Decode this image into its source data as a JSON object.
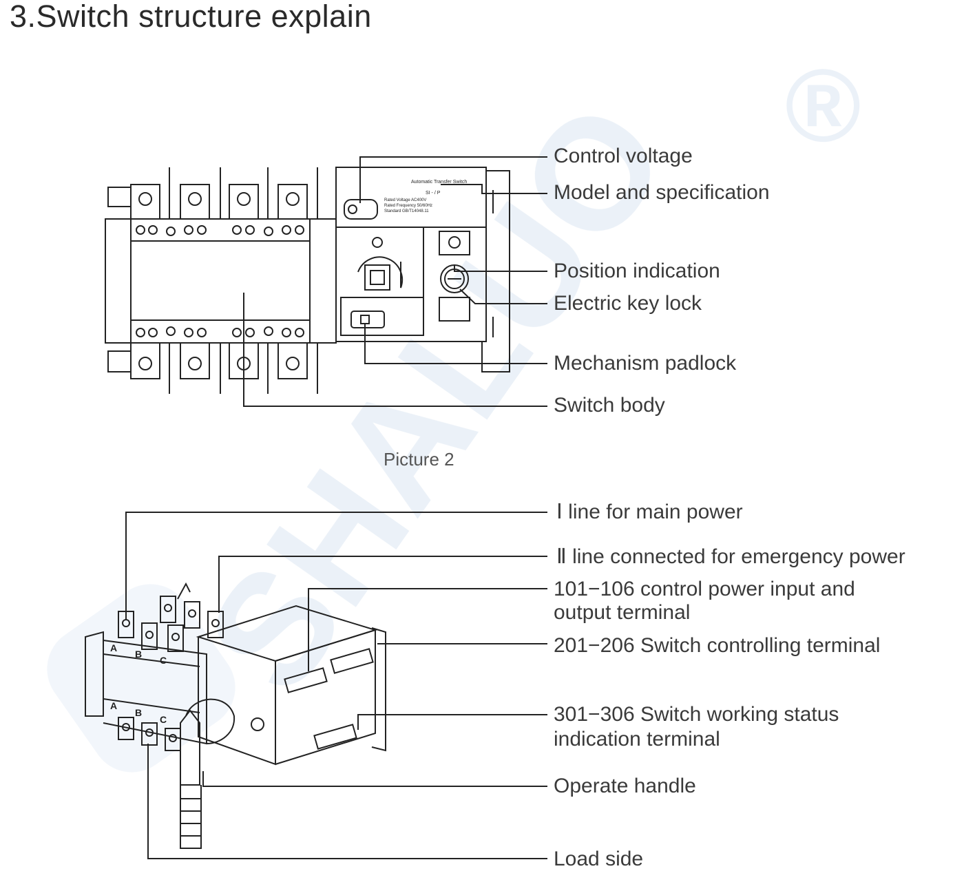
{
  "page": {
    "title": "3.Switch structure explain",
    "caption": "Picture 2"
  },
  "picture_top": {
    "nameplate": {
      "heading": "Automatic Transfer Switch",
      "model": "SI - / P",
      "rows": [
        "Rated Voltage AC400V",
        "Rated Frequency 50/60Hz",
        "Standard GB/T14048.11"
      ]
    },
    "labels": [
      "Control voltage",
      "Model and specification",
      "Position indication",
      "Electric key lock",
      "Mechanism padlock",
      "Switch body"
    ]
  },
  "picture_bottom": {
    "phase_letters": [
      "A",
      "B",
      "C"
    ],
    "labels": [
      "Ⅰ line for main power",
      "Ⅱ line connected for emergency power",
      "101−106 control power input and",
      "output terminal",
      "201−206 Switch controlling terminal",
      "301−306 Switch working status",
      "indication terminal",
      "Operate handle",
      "Load side"
    ]
  },
  "watermark": {
    "text": "SHALUO",
    "registered_mark": "®",
    "color": "#dfe9f4"
  }
}
